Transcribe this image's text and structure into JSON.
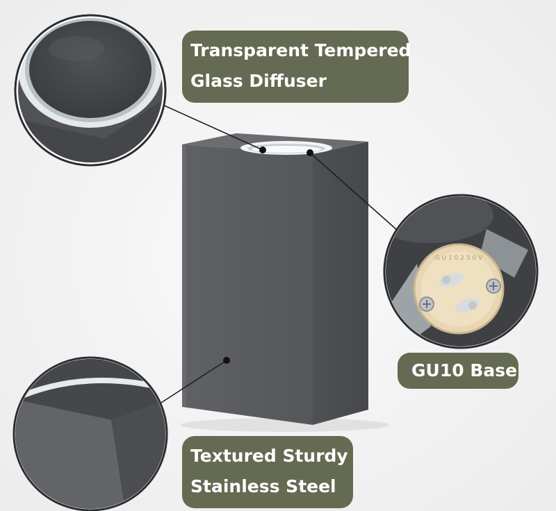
{
  "callouts": {
    "glass": {
      "line1": "Transparent Tempered",
      "line2": "Glass Diffuser"
    },
    "base": {
      "label": "GU10 Base"
    },
    "steel": {
      "line1": "Textured Sturdy",
      "line2": "Stainless Steel"
    }
  },
  "colors": {
    "background": "#f3f3f3",
    "callout_fill": "#646b52",
    "callout_text": "#ffffff",
    "lamp_body": "#5e6064",
    "lamp_side": "#4c4e52",
    "glass_ring": "#e7ecef",
    "socket_ceramic": "#e8d6b4"
  },
  "illustration": {
    "subject": "square-wall-light",
    "zooms": [
      "glass-ring-zoom",
      "gu10-socket-zoom",
      "corner-texture-zoom"
    ]
  }
}
